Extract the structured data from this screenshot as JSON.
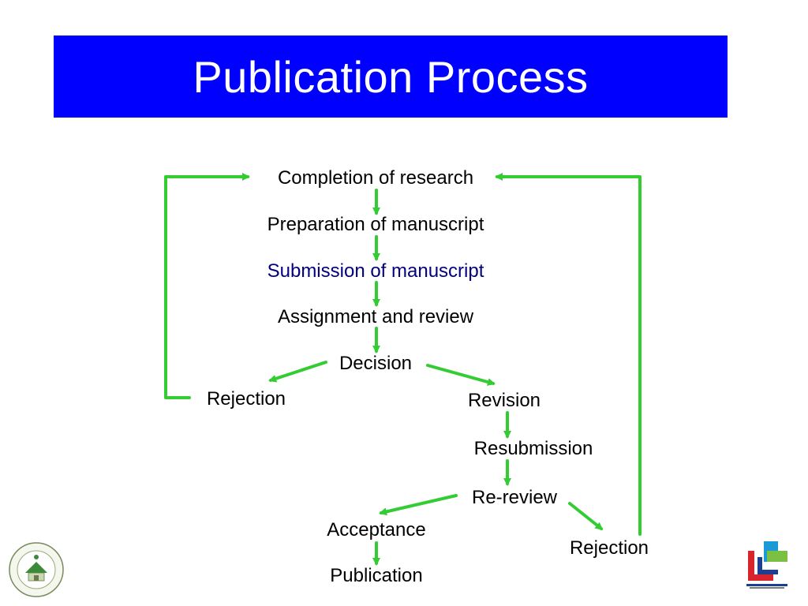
{
  "slide": {
    "title": "Publication Process"
  },
  "colors": {
    "title_background": "#0000ff",
    "title_text": "#ffffff",
    "arrow": "#33cc33",
    "text": "#000000",
    "highlight_text": "#000080"
  },
  "flow": {
    "nodes": {
      "completion": "Completion of research",
      "preparation": "Preparation of manuscript",
      "submission": "Submission of manuscript",
      "assignment": "Assignment and review",
      "decision": "Decision",
      "rejection_left": "Rejection",
      "revision": "Revision",
      "resubmission": "Resubmission",
      "rereview": "Re-review",
      "acceptance": "Acceptance",
      "rejection_right": "Rejection",
      "publication": "Publication"
    }
  },
  "logos": {
    "left": "club-seal-logo",
    "right": "saudi-students-club-logo"
  }
}
